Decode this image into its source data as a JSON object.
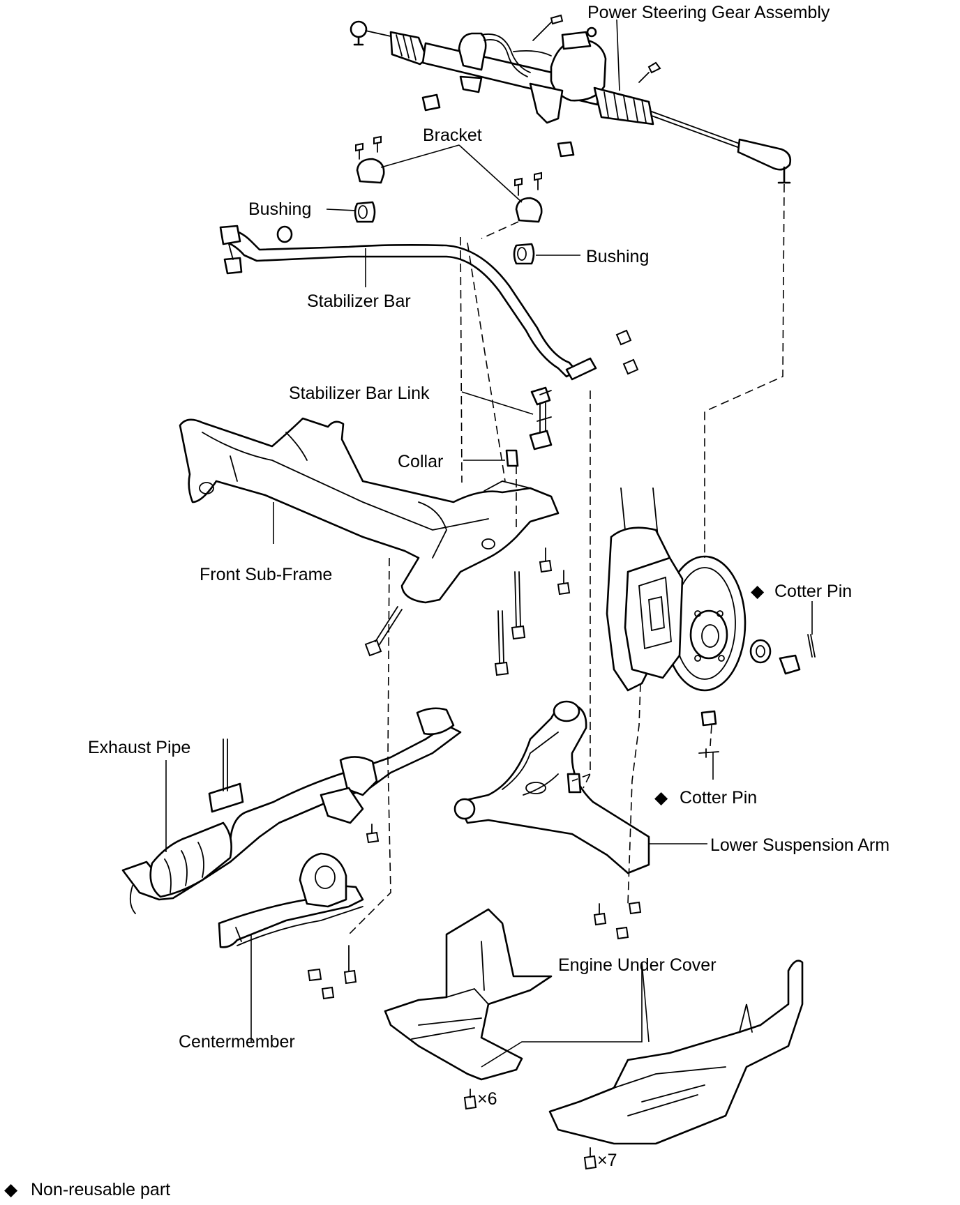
{
  "labels": {
    "power_steering": "Power Steering Gear Assembly",
    "bracket": "Bracket",
    "bushing_left": "Bushing",
    "bushing_right": "Bushing",
    "stabilizer_bar": "Stabilizer Bar",
    "stabilizer_bar_link": "Stabilizer Bar Link",
    "collar": "Collar",
    "front_sub_frame": "Front Sub-Frame",
    "cotter_pin_upper": "Cotter Pin",
    "exhaust_pipe": "Exhaust Pipe",
    "cotter_pin_lower": "Cotter Pin",
    "lower_suspension_arm": "Lower Suspension Arm",
    "engine_under_cover": "Engine Under Cover",
    "centermember": "Centermember",
    "qty_6": "×6",
    "qty_7": "×7",
    "legend": "Non-reusable part"
  },
  "symbols": {
    "non_reusable": "◆"
  },
  "colors": {
    "line": "#000000",
    "background": "#ffffff"
  }
}
